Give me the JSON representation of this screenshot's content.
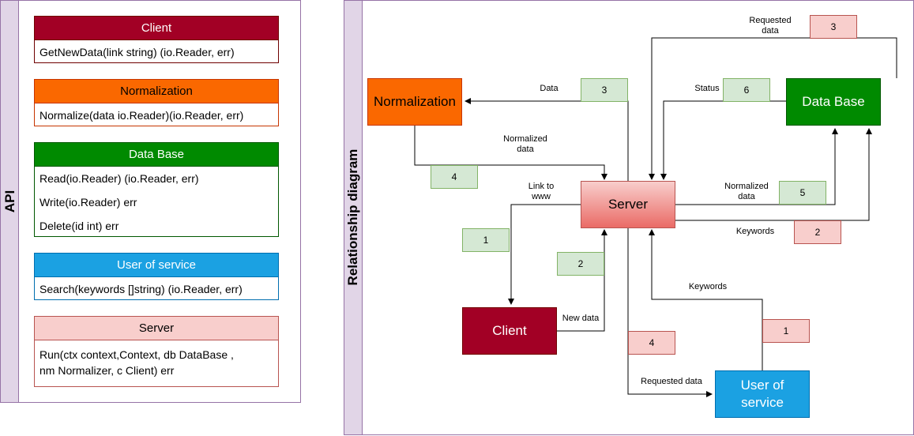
{
  "api_panel": {
    "title": "API",
    "cards": [
      {
        "title": "Client",
        "methods": [
          "GetNewData(link string) (io.Reader, err)"
        ],
        "head_bg": "#a20025",
        "head_fg": "#ffffff",
        "border": "#6f0000"
      },
      {
        "title": "Normalization",
        "methods": [
          "Normalize(data io.Reader)(io.Reader, err)"
        ],
        "head_bg": "#fa6800",
        "head_fg": "#000000",
        "border": "#c73500"
      },
      {
        "title": "Data Base",
        "methods": [
          "Read(io.Reader) (io.Reader, err)",
          "Write(io.Reader) err",
          "Delete(id int) err"
        ],
        "head_bg": "#008a00",
        "head_fg": "#ffffff",
        "border": "#005700"
      },
      {
        "title": "User of service",
        "methods": [
          "Search(keywords []string) (io.Reader, err)"
        ],
        "head_bg": "#1ba1e2",
        "head_fg": "#ffffff",
        "border": "#006eaf"
      },
      {
        "title": "Server",
        "methods": [
          "Run(ctx context,Context, db DataBase ,\nnm Normalizer, c Client) err"
        ],
        "head_bg": "#f8cecc",
        "head_fg": "#000000",
        "border": "#b85450"
      }
    ]
  },
  "diagram_panel": {
    "title": "Relationship diagram",
    "nodes": {
      "normalization": {
        "label": "Normalization",
        "bg": "#fa6800",
        "fg": "#000000"
      },
      "database": {
        "label": "Data Base",
        "bg": "#008a00",
        "fg": "#ffffff"
      },
      "server": {
        "label": "Server",
        "fg": "#000000"
      },
      "client": {
        "label": "Client",
        "bg": "#a20025",
        "fg": "#ffffff"
      },
      "user": {
        "label": "User of\nservice",
        "bg": "#1ba1e2",
        "fg": "#ffffff"
      }
    },
    "step_boxes": {
      "g3": "3",
      "g6": "6",
      "g4": "4",
      "g5": "5",
      "g1": "1",
      "g2": "2",
      "r3": "3",
      "r2": "2",
      "r1": "1",
      "r4": "4"
    },
    "edge_labels": {
      "requested_data_top": "Requested\ndata",
      "data": "Data",
      "status": "Status",
      "normalized_data_left": "Normalized\ndata",
      "link_to_www": "Link to\nwww",
      "normalized_data_right": "Normalized\ndata",
      "keywords_right": "Keywords",
      "new_data": "New data",
      "keywords_bottom": "Keywords",
      "requested_data_bottom": "Requested data"
    }
  }
}
